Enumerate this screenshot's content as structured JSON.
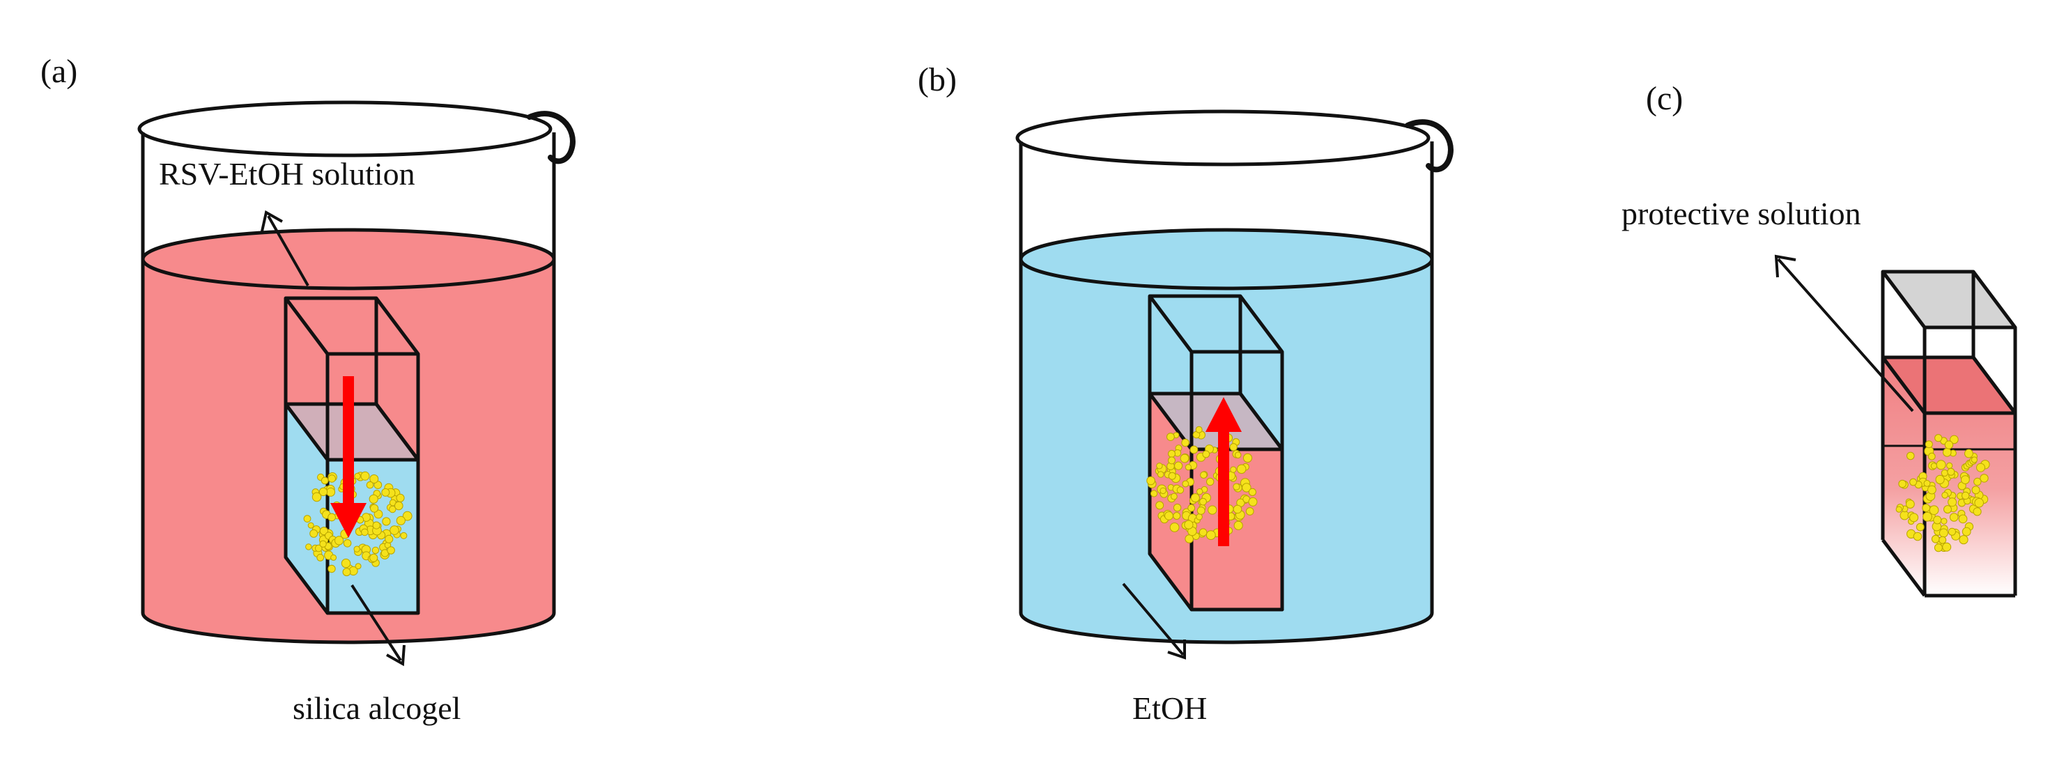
{
  "panels": {
    "a": {
      "letter": "(a)",
      "solution_label": "RSV-EtOH solution",
      "gel_label": "silica alcogel",
      "liquid_color": "#f78a8c",
      "gel_color": "#9fdcf0"
    },
    "b": {
      "letter": "(b)",
      "solvent_label": "EtOH",
      "liquid_color": "#9fdcf0",
      "gel_color": "#f78a8c"
    },
    "c": {
      "letter": "(c)",
      "protective_label": "protective solution",
      "lid_color": "#d4d4d4",
      "gel_color": "#f07f82"
    }
  },
  "colors": {
    "arrow": "#ff0000",
    "particles": "#f5e21c",
    "particle_edge": "#b8a400",
    "outline": "#111111"
  }
}
